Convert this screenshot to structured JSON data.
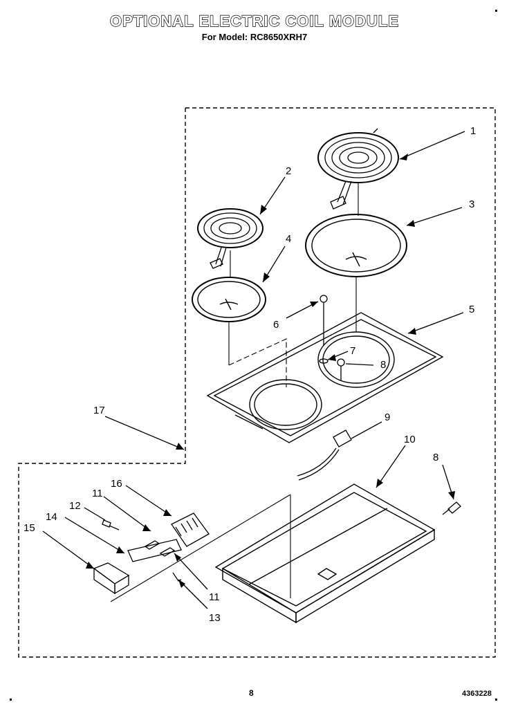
{
  "header": {
    "title": "OPTIONAL ELECTRIC COIL MODULE",
    "subtitle": "For Model: RC8650XRH7"
  },
  "callouts": [
    "1",
    "2",
    "3",
    "4",
    "5",
    "6",
    "7",
    "8",
    "8",
    "9",
    "10",
    "11",
    "11",
    "12",
    "13",
    "14",
    "15",
    "16",
    "17"
  ],
  "footer": {
    "page_number": "8",
    "document_number": "4363228"
  }
}
